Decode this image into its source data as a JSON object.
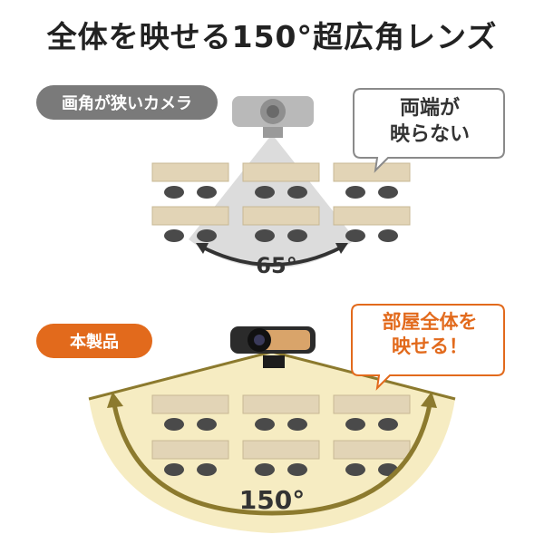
{
  "title": "全体を映せる150°超広角レンズ",
  "narrow_camera": {
    "label": "画角が狭いカメラ",
    "bubble_lines": [
      "両端が",
      "映らない"
    ],
    "angle_label": "65°",
    "angle_value": 65
  },
  "product": {
    "label": "本製品",
    "bubble_lines": [
      "部屋全体を",
      "映せる！"
    ],
    "angle_label": "150°",
    "angle_value": 150
  },
  "colors": {
    "gray_pill": "#7a7a7a",
    "orange_accent": "#e26a1c",
    "olive_arc": "#8c7a2e",
    "yellow_fan": "#f6ecc2",
    "desk": "#e2d4b6",
    "chair": "#4a4a4a"
  }
}
